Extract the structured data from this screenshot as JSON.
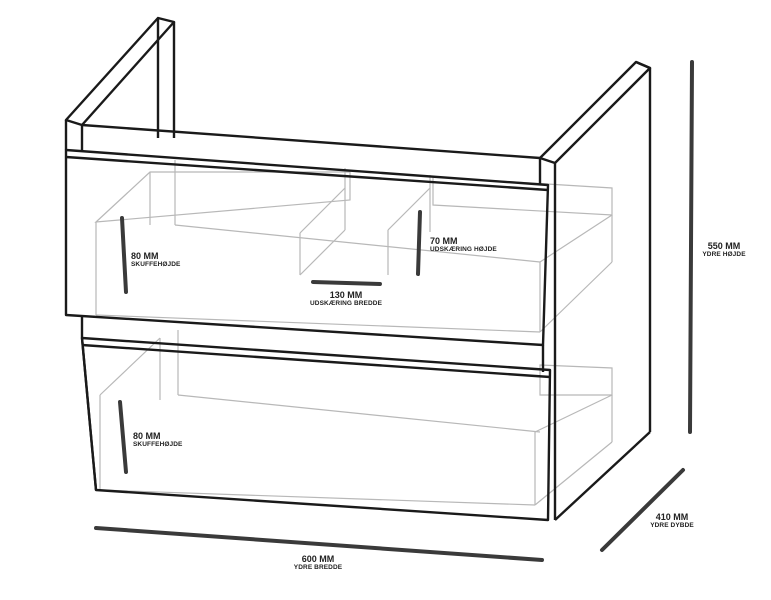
{
  "labels": {
    "drawer_top_height": {
      "value": "80 MM",
      "caption": "SKUFFEHØJDE"
    },
    "cutout_height": {
      "value": "70 MM",
      "caption": "UDSKÆRING HØJDE"
    },
    "cutout_width": {
      "value": "130 MM",
      "caption": "UDSKÆRING BREDDE"
    },
    "drawer_bottom_height": {
      "value": "80 MM",
      "caption": "SKUFFEHØJDE"
    },
    "outer_height": {
      "value": "550 MM",
      "caption": "YDRE HØJDE"
    },
    "outer_depth": {
      "value": "410 MM",
      "caption": "YDRE DYBDE"
    },
    "outer_width": {
      "value": "600 MM",
      "caption": "YDRE BREDDE"
    }
  },
  "colors": {
    "outline": "#1a1a1a",
    "ghost": "#b8b8b8",
    "dimension": "#3a3a3a"
  }
}
